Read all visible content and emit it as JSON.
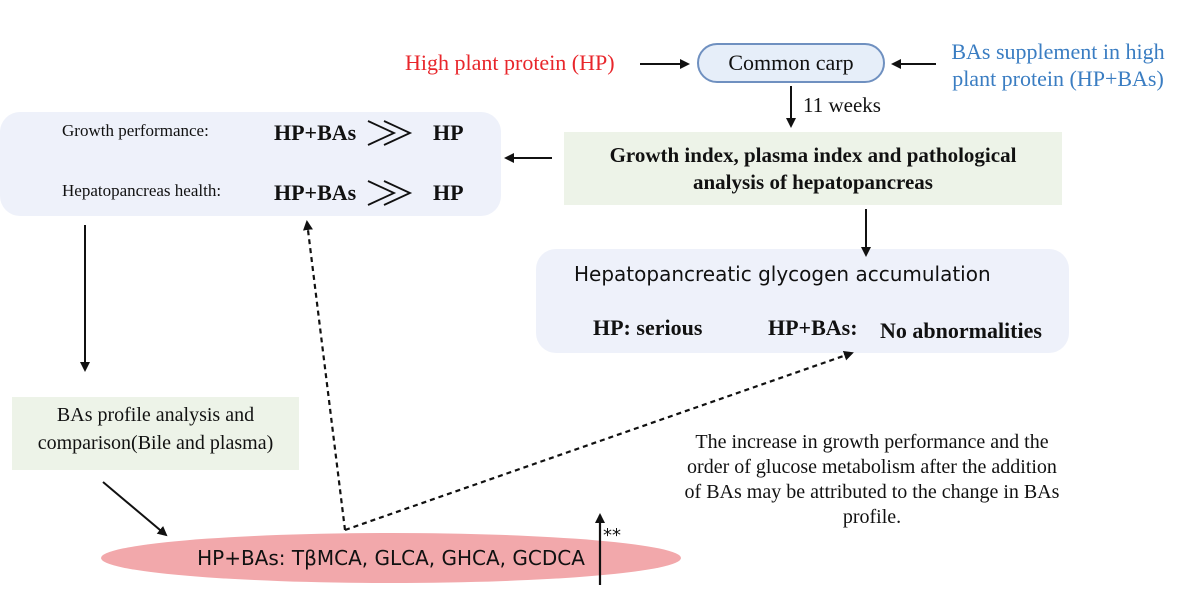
{
  "inputs": {
    "hp": "High plant protein (HP)",
    "species": "Common carp",
    "bas_supplement_line1": "BAs supplement in high",
    "bas_supplement_line2": "plant protein (HP+BAs)"
  },
  "duration": "11 weeks",
  "analysis": {
    "line1": "Growth index, plasma index and pathological",
    "line2": "analysis of hepatopancreas"
  },
  "growth_panel": {
    "growth_label": "Growth performance:",
    "growth_left": "HP+BAs",
    "growth_right": "HP",
    "health_label": "Hepatopancreas health:",
    "health_left": "HP+BAs",
    "health_right": "HP",
    "comparison_symbol": "≫"
  },
  "glycogen": {
    "title": "Hepatopancreatic glycogen accumulation",
    "hp": "HP: serious",
    "bas_label": "HP+BAs:",
    "bas_value": "No abnormalities"
  },
  "profile": {
    "line1": "BAs profile analysis and",
    "line2": "comparison(Bile and plasma)"
  },
  "bile_acids": "HP+BAs: TβMCA, GLCA, GHCA, GCDCA",
  "significance": "**",
  "conclusion": {
    "line1": "The increase in growth performance and the",
    "line2": "order of glucose metabolism after the addition",
    "line3": "of BAs may be attributed to the change in BAs",
    "line4": "profile."
  },
  "colors": {
    "hp_red": "#e8262b",
    "bas_blue": "#3a7dc2",
    "panel_blue": "#eef1fa",
    "box_green": "#edf3e8",
    "ellipse_pink": "#f2a8ab"
  }
}
